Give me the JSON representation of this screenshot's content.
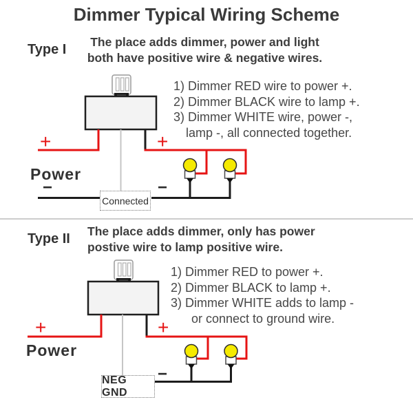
{
  "title": "Dimmer Typical Wiring Scheme",
  "type1": {
    "heading": "Type I",
    "description": [
      "The place adds dimmer, power and light",
      "both have positive wire & negative wires."
    ],
    "steps": [
      "1) Dimmer RED wire to power +.",
      "2) Dimmer BLACK wire to lamp +.",
      "3) Dimmer WHITE wire, power -,",
      "lamp -, all connected together."
    ],
    "power_label": "Power",
    "plus_sign": "+",
    "minus_sign": "−",
    "junction_label": "Connected"
  },
  "type2": {
    "heading": "Type II",
    "description": [
      "The place adds dimmer, only has power",
      "postive wire to lamp positive wire."
    ],
    "steps": [
      "1) Dimmer RED to power +.",
      "2) Dimmer BLACK to lamp +.",
      "3) Dimmer WHITE adds to lamp -",
      "or connect to ground wire."
    ],
    "power_label": "Power",
    "plus_sign": "+",
    "minus_sign": "−",
    "junction_label": "NEG GND"
  },
  "colors": {
    "text": "#3e3e3e",
    "red_wire": "#e61414",
    "black_wire": "#1c1c1c",
    "white_wire": "#c5c5c5",
    "bulb_yellow": "#f5ea00",
    "dimmer_body": "#f3f3f3",
    "divider": "#cccccc"
  }
}
